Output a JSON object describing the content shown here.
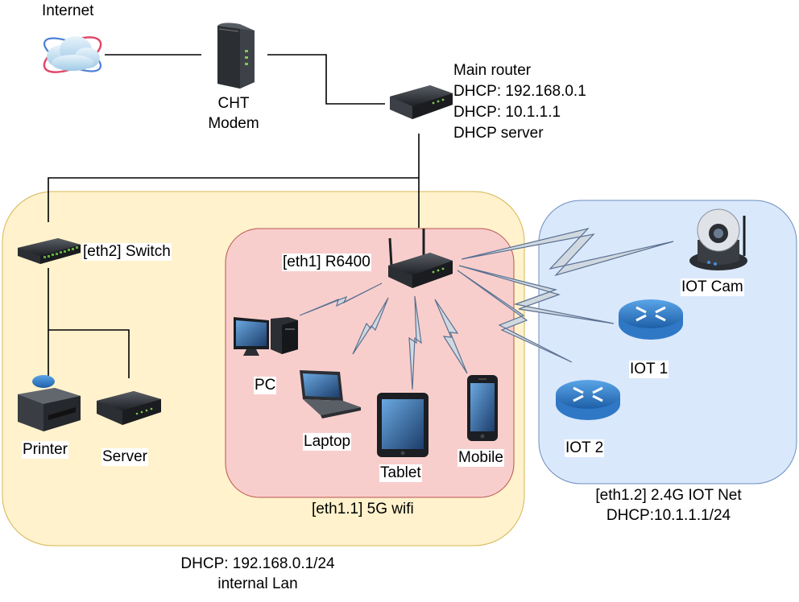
{
  "labels": {
    "internet": "Internet",
    "modem_line1": "CHT",
    "modem_line2": "Modem",
    "main_router_line1": "Main router",
    "main_router_line2": "DHCP: 192.168.0.1",
    "main_router_line3": "DHCP: 10.1.1.1",
    "main_router_line4": "DHCP server",
    "switch": "[eth2] Switch",
    "r6400": "[eth1] R6400",
    "printer": "Printer",
    "server": "Server",
    "pc": "PC",
    "laptop": "Laptop",
    "tablet": "Tablet",
    "mobile": "Mobile",
    "wifi5g": "[eth1.1] 5G wifi",
    "iot_cam": "IOT Cam",
    "iot1": "IOT 1",
    "iot2": "IOT 2",
    "iot_net_line1": "[eth1.2] 2.4G IOT Net",
    "iot_net_line2": "DHCP:10.1.1.1/24",
    "lan_line1": "DHCP: 192.168.0.1/24",
    "lan_line2": "internal Lan"
  },
  "colors": {
    "lan_zone": "#fff2cc",
    "lan_zone_border": "#d6b656",
    "wifi_zone": "#f8cecc",
    "wifi_zone_border": "#b85450",
    "iot_zone": "#dae8fc",
    "iot_zone_border": "#6c8ebf",
    "link": "#000000",
    "wireless": "#d0d8e0",
    "wireless_border": "#5a7090",
    "router_blue": "#2f78c6"
  },
  "icons": [
    "internet-cloud-icon",
    "modem-icon",
    "router-icon",
    "switch-icon",
    "printer-icon",
    "server-box-icon",
    "pc-icon",
    "laptop-icon",
    "tablet-icon",
    "mobile-icon",
    "ip-camera-icon",
    "iot-router-icon"
  ]
}
